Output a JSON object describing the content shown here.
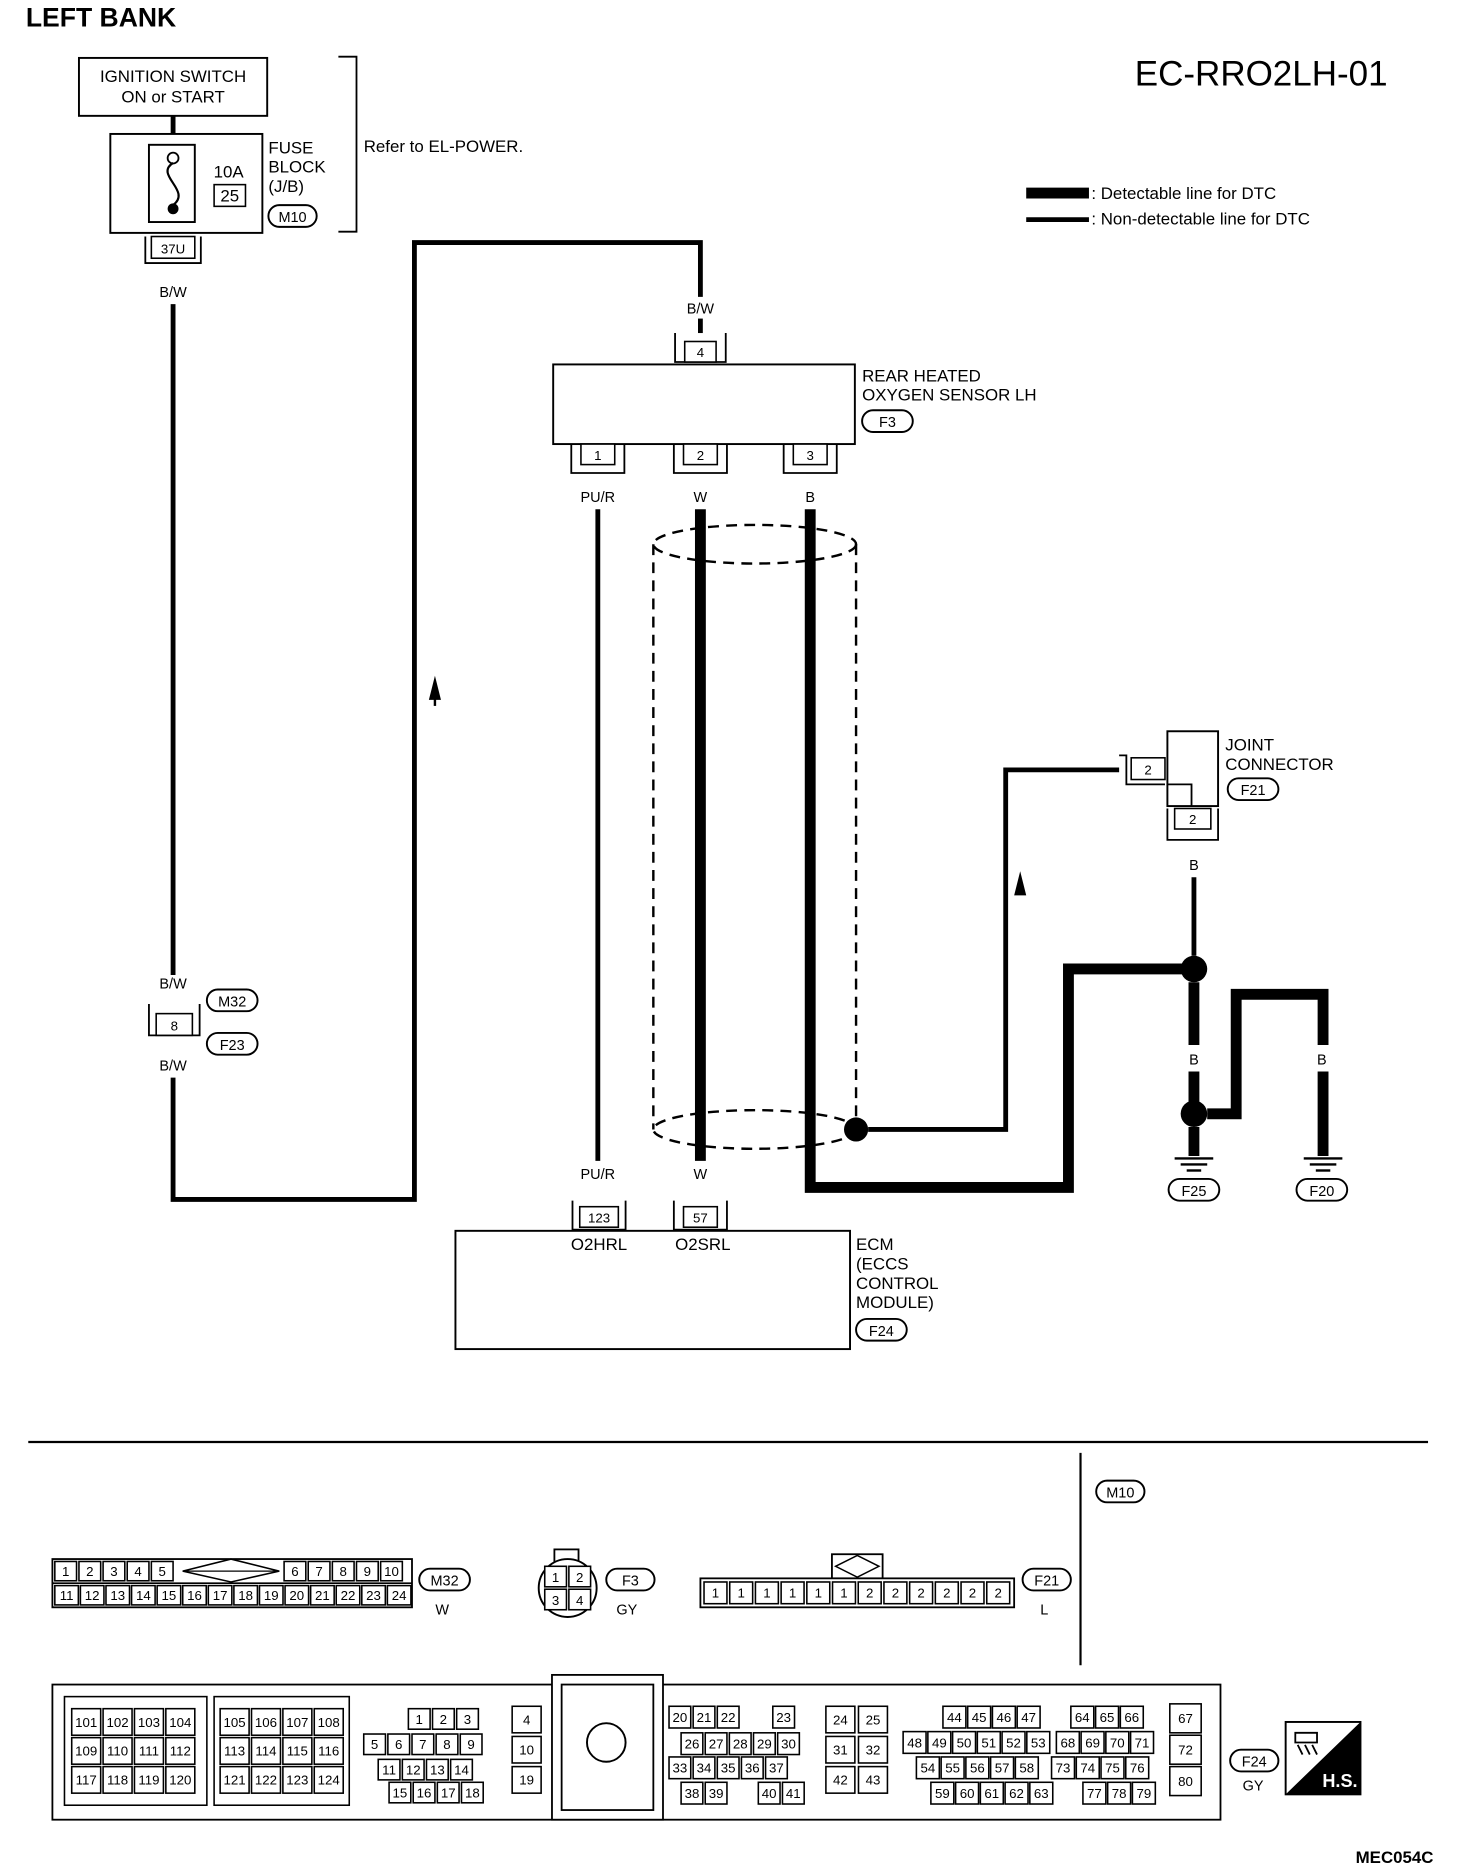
{
  "header": {
    "bank_title": "LEFT BANK",
    "diagram_code": "EC-RRO2LH-01",
    "refer_note": "Refer to EL-POWER.",
    "figure_id": "MEC054C"
  },
  "legend": {
    "detectable": ": Detectable line for DTC",
    "non_detectable": ": Non-detectable line for DTC"
  },
  "ignition": {
    "line1": "IGNITION SWITCH",
    "line2": "ON or START"
  },
  "fuse": {
    "amp": "10A",
    "number": "25",
    "label1": "FUSE",
    "label2": "BLOCK",
    "label3": "(J/B)",
    "connector": "M10",
    "terminal": "37U"
  },
  "sensor": {
    "name1": "REAR HEATED",
    "name2": "OXYGEN SENSOR LH",
    "connector": "F3",
    "pins": [
      "4",
      "1",
      "2",
      "3"
    ]
  },
  "joint": {
    "name1": "JOINT",
    "name2": "CONNECTOR",
    "connector": "F21",
    "pin_in": "2",
    "pin_out": "2"
  },
  "harness_connector": {
    "pin": "8",
    "upper": "M32",
    "lower": "F23"
  },
  "ecm": {
    "name1": "ECM",
    "name2": "(ECCS",
    "name3": "CONTROL",
    "name4": "MODULE)",
    "connector": "F24",
    "pins": [
      "123",
      "57"
    ],
    "signals": [
      "O2HRL",
      "O2SRL"
    ]
  },
  "grounds": [
    "F25",
    "F20"
  ],
  "wire_colors": {
    "bw": "B/W",
    "pur": "PU/R",
    "w": "W",
    "b": "B"
  },
  "connector_views": {
    "m32": {
      "id": "M32",
      "color": "W",
      "top": [
        "1",
        "2",
        "3",
        "4",
        "5",
        "6",
        "7",
        "8",
        "9",
        "10"
      ],
      "bottom": [
        "11",
        "12",
        "13",
        "14",
        "15",
        "16",
        "17",
        "18",
        "19",
        "20",
        "21",
        "22",
        "23",
        "24"
      ]
    },
    "f3": {
      "id": "F3",
      "color": "GY",
      "pins": [
        "1",
        "2",
        "3",
        "4"
      ]
    },
    "f21": {
      "id": "F21",
      "color": "L",
      "pins": [
        "1",
        "1",
        "1",
        "1",
        "1",
        "1",
        "2",
        "2",
        "2",
        "2",
        "2",
        "2"
      ]
    },
    "m10": {
      "id": "M10"
    },
    "f24": {
      "id": "F24",
      "color": "GY",
      "badge": "H.S.",
      "block_a": [
        "101",
        "102",
        "103",
        "104",
        "109",
        "110",
        "111",
        "112",
        "117",
        "118",
        "119",
        "120"
      ],
      "block_b": [
        "105",
        "106",
        "107",
        "108",
        "113",
        "114",
        "115",
        "116",
        "121",
        "122",
        "123",
        "124"
      ],
      "block_c": [
        "1",
        "2",
        "3",
        "5",
        "6",
        "7",
        "8",
        "9",
        "11",
        "12",
        "13",
        "14",
        "15",
        "16",
        "17",
        "18"
      ],
      "block_d": [
        "4",
        "10",
        "19"
      ],
      "block_e": [
        "20",
        "21",
        "22",
        "23",
        "26",
        "27",
        "28",
        "29",
        "30",
        "33",
        "34",
        "35",
        "36",
        "37",
        "38",
        "39",
        "40",
        "41"
      ],
      "block_f": [
        "24",
        "25",
        "31",
        "32",
        "42",
        "43"
      ],
      "block_g": [
        "44",
        "45",
        "46",
        "47",
        "64",
        "65",
        "66",
        "48",
        "49",
        "50",
        "51",
        "52",
        "53",
        "68",
        "69",
        "70",
        "71",
        "54",
        "55",
        "56",
        "57",
        "58",
        "73",
        "74",
        "75",
        "76",
        "59",
        "60",
        "61",
        "62",
        "63",
        "77",
        "78",
        "79"
      ],
      "block_h": [
        "67",
        "72",
        "80"
      ]
    }
  }
}
